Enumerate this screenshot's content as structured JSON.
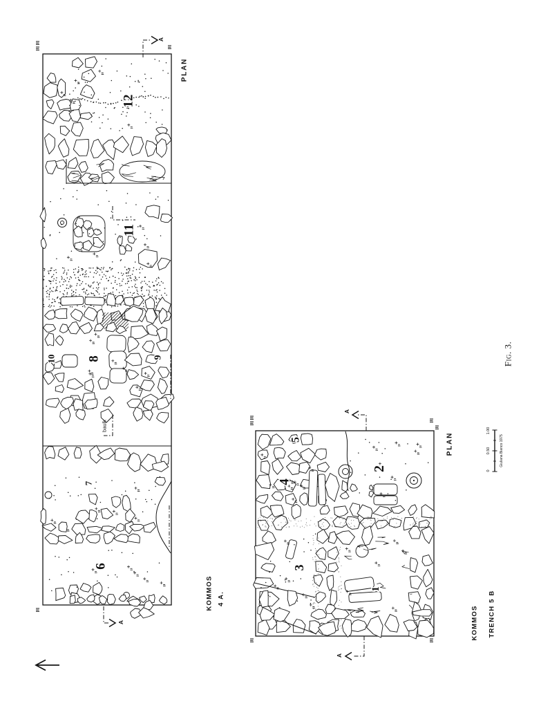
{
  "figure": {
    "caption": "Fig. 3."
  },
  "plan_a": {
    "site": "KOMMOS",
    "trench": "4 A.",
    "view_label": "PLAN",
    "baulk_label": "baulk",
    "section_marker": "A",
    "areas": {
      "a6": "6",
      "a7": "7",
      "a8": "8",
      "a9": "9",
      "a10": "10",
      "a11": "11",
      "a12": "12"
    }
  },
  "plan_b": {
    "site": "KOMMOS",
    "trench": "TRENCH 5 B",
    "view_label": "PLAN",
    "section_marker": "A",
    "areas": {
      "a1": "1",
      "a2": "2",
      "a3": "3",
      "a4": "4",
      "a5": "5"
    },
    "scale_bar": {
      "ticks": [
        "0",
        "0.50",
        "1.00"
      ],
      "credit": "Giuliana Bianco 1975"
    }
  },
  "icons": {
    "north_arrow": "left-arrow"
  }
}
